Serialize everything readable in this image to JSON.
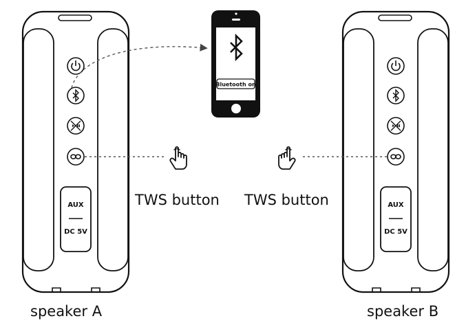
{
  "speakers": [
    {
      "label": "speaker A",
      "aux_label": "AUX",
      "dc_label": "DC 5V"
    },
    {
      "label": "speaker B",
      "aux_label": "AUX",
      "dc_label": "DC 5V"
    }
  ],
  "phone": {
    "status_label": "Bluetooth on"
  },
  "tws_labels": [
    "TWS button",
    "TWS button"
  ],
  "icons": {
    "power": "power-icon",
    "bluetooth": "bluetooth-icon",
    "play_pause": "play-pause-icon",
    "tws": "tws-link-icon",
    "hand": "pointing-hand-icon"
  },
  "colors": {
    "ink": "#111111",
    "panel": "#ffffff"
  }
}
